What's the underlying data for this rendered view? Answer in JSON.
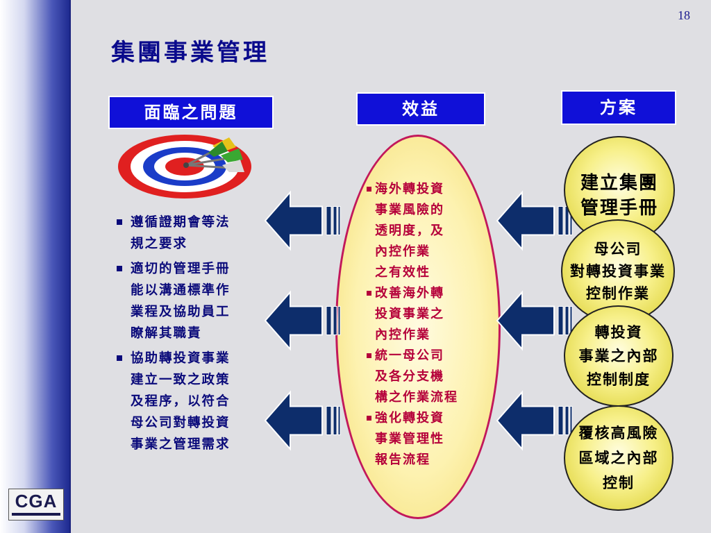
{
  "page_number": "18",
  "title": "集團事業管理",
  "headers": {
    "problems": "面臨之問題",
    "benefits": "效益",
    "solutions": "方案"
  },
  "logo": {
    "text": "CGA"
  },
  "problems": [
    [
      "遵循證期會等法",
      "規之要求"
    ],
    [
      "適切的管理手冊",
      "能以溝通標準作",
      "業程及協助員工",
      "瞭解其職責"
    ],
    [
      "協助轉投資事業",
      "建立一致之政策",
      "及程序，以符合",
      "母公司對轉投資",
      "事業之管理需求"
    ]
  ],
  "benefits": [
    [
      "海外轉投資",
      "事業風險的",
      "透明度，及",
      "內控作業",
      "之有效性"
    ],
    [
      "改善海外轉",
      "投資事業之",
      "內控作業"
    ],
    [
      "統一母公司",
      "及各分支機",
      "構之作業流程"
    ],
    [
      "強化轉投資",
      "事業管理性",
      "報告流程"
    ]
  ],
  "solutions": [
    [
      "建立集團",
      "管理手冊"
    ],
    [
      "母公司",
      "對轉投資事業",
      "控制作業"
    ],
    [
      "轉投資",
      "事業之內部",
      "控制制度"
    ],
    [
      "覆核高風險",
      "區域之內部",
      "控制"
    ]
  ],
  "colors": {
    "header_fill": "#1010d8",
    "title": "#0a0a8c",
    "benefit_text": "#b5003a",
    "arrow_fill": "#0d2d6b"
  }
}
